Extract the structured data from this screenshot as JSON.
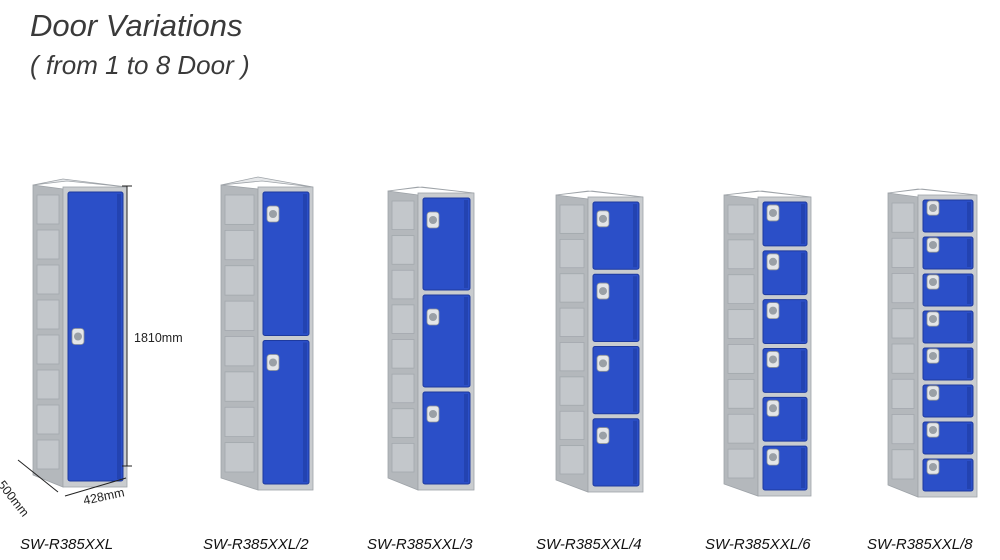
{
  "header": {
    "title": "Door Variations",
    "subtitle": "( from 1 to 8 Door )"
  },
  "dimensions": {
    "height": "1810mm",
    "depth": "500mm",
    "width": "428mm"
  },
  "lockers": [
    {
      "model": "SW-R385XXL",
      "doors": 1
    },
    {
      "model": "SW-R385XXL/2",
      "doors": 2
    },
    {
      "model": "SW-R385XXL/3",
      "doors": 3
    },
    {
      "model": "SW-R385XXL/4",
      "doors": 4
    },
    {
      "model": "SW-R385XXL/6",
      "doors": 6
    },
    {
      "model": "SW-R385XXL/8",
      "doors": 8
    }
  ],
  "colors": {
    "door": "#2b4fc8",
    "door_dark": "#1e3a9e",
    "body_front": "#c9cccf",
    "body_side": "#b4b8bc",
    "body_top": "#e6e8ea"
  }
}
